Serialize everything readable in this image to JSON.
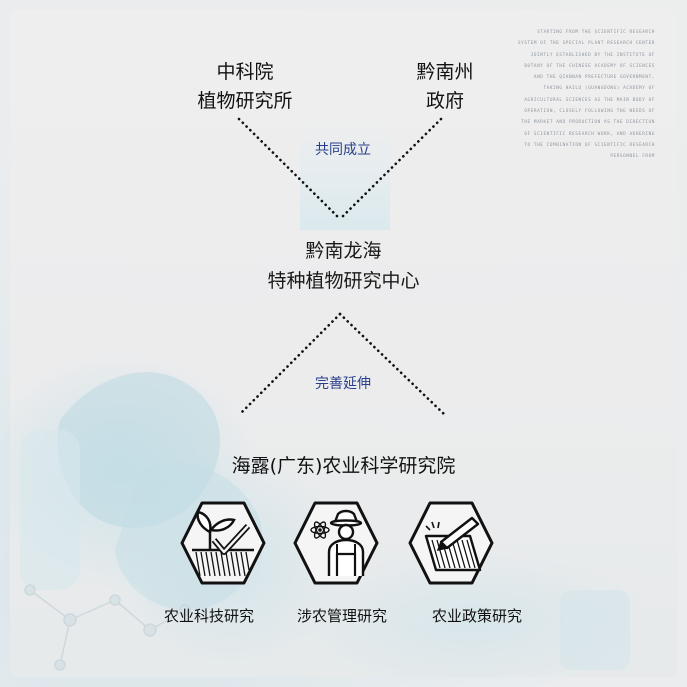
{
  "top_left_org": {
    "line1": "中科院",
    "line2": "植物研究所"
  },
  "top_right_org": {
    "line1": "黔南州",
    "line2": "政府"
  },
  "founded_label": "共同成立",
  "center": {
    "line1": "黔南龙海",
    "line2": "特种植物研究中心"
  },
  "extend_label": "完善延伸",
  "academy": "海露(广东)农业科学研究院",
  "categories": [
    {
      "label": "农业科技研究",
      "icon": "plant-check-icon"
    },
    {
      "label": "涉农管理研究",
      "icon": "farmer-atom-icon"
    },
    {
      "label": "农业政策研究",
      "icon": "policy-document-icon"
    }
  ],
  "english_text": "STARTING FROM THE SCIENTIFIC RESEARCH SYSTEM OF THE SPECIAL PLANT RESEARCH CENTER JOINTLY ESTABLISHED BY THE INSTITUTE OF BOTANY OF THE CHINESE ACADEMY OF SCIENCES AND THE QIANNAN PREFECTURE GOVERNMENT, TAKING HAILU (GUANGDONG) ACADEMY OF AGRICULTURAL SCIENCES AS THE MAIN BODY OF OPERATION, CLOSELY FOLLOWING THE NEEDS OF THE MARKET AND PRODUCTION AS THE DIRECTION OF SCIENTIFIC RESEARCH WORK, AND ADHERING TO THE COMBINATION OF SCIENTIFIC RESEARCH PERSONNEL FROM"
}
